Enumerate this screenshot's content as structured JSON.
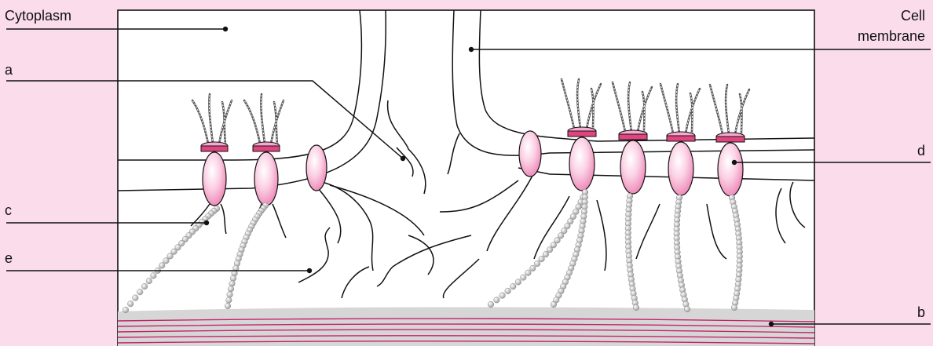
{
  "labels": {
    "cytoplasm": "Cytoplasm",
    "cell_membrane_1": "Cell",
    "cell_membrane_2": "membrane",
    "a": "a",
    "b": "b",
    "c": "c",
    "d": "d",
    "e": "e"
  },
  "colors": {
    "background": "#fbdcea",
    "panel": "#ffffff",
    "protein_fill": "#f7a9cf",
    "protein_cap": "#e0457f",
    "bead": "#bdbdbd",
    "stripe": "#c8206a",
    "base": "#d4d4d4"
  }
}
